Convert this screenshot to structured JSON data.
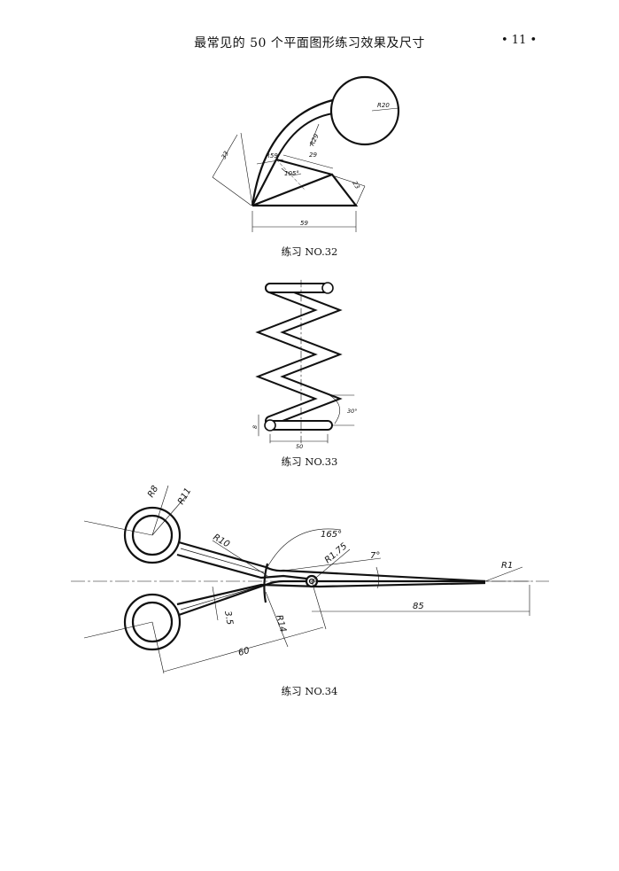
{
  "header": {
    "title": "最常见的 50 个平面图形练习效果及尺寸",
    "page_number": "• 11 •"
  },
  "figures": [
    {
      "caption": "练习 NO.32",
      "dims": [
        "R20",
        "R29",
        "R59",
        "29",
        "105°",
        "33",
        "23",
        "59"
      ]
    },
    {
      "caption": "练习 NO.33",
      "dims": [
        "30°",
        "8",
        "50"
      ]
    },
    {
      "caption": "练习 NO.34",
      "dims": [
        "R8",
        "R11",
        "R10",
        "165°",
        "R1.75",
        "7°",
        "R1",
        "85",
        "3.5",
        "R14",
        "60"
      ]
    }
  ]
}
